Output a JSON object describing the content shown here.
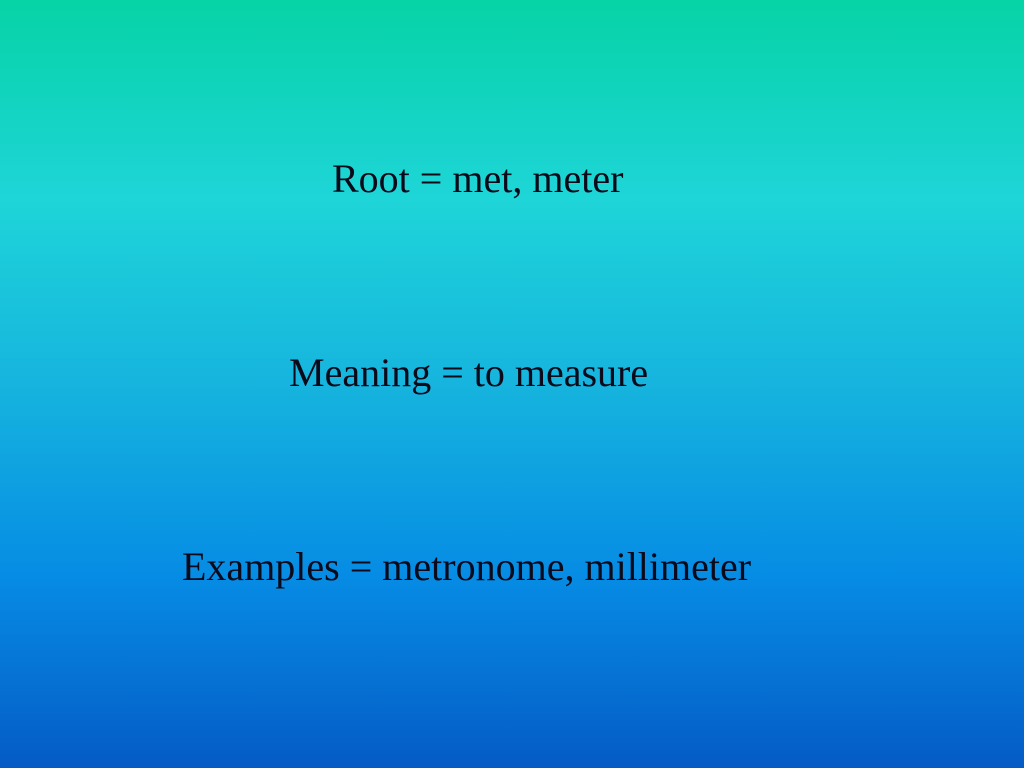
{
  "slide": {
    "lines": [
      "Root = met, meter",
      "Meaning = to measure",
      "Examples = metronome, millimeter"
    ],
    "colors": {
      "gradient_top": "#06d3a6",
      "gradient_upper": "#1ed5d8",
      "gradient_mid": "#16b4de",
      "gradient_lower": "#068ce4",
      "gradient_bottom": "#055bc6",
      "text": "#0a0a1a"
    }
  }
}
